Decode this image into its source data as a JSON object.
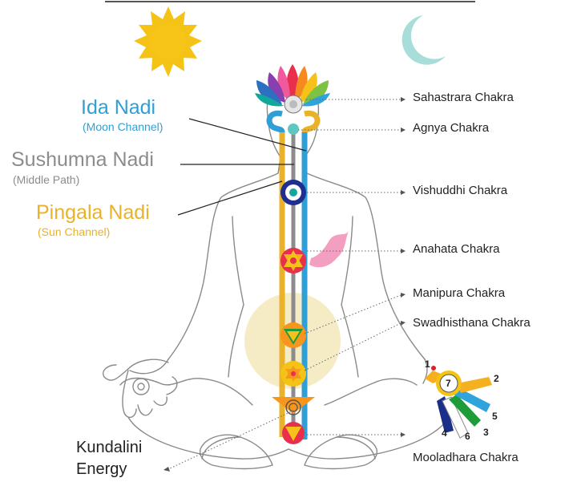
{
  "nadis": {
    "ida": {
      "name": "Ida Nadi",
      "sub": "(Moon Channel)"
    },
    "sushumna": {
      "name": "Sushumna Nadi",
      "sub": "(Middle Path)"
    },
    "pingala": {
      "name": "Pingala Nadi",
      "sub": "(Sun Channel)"
    }
  },
  "chakras": [
    "Sahastrara Chakra",
    "Agnya Chakra",
    "Vishuddhi Chakra",
    "Anahata Chakra",
    "Manipura Chakra",
    "Swadhisthana Chakra",
    "Mooladhara Chakra"
  ],
  "kundalini": {
    "line1": "Kundalini",
    "line2": "Energy"
  },
  "hand_numbers": [
    "1",
    "2",
    "3",
    "4",
    "5",
    "6",
    "7"
  ],
  "colors": {
    "ida": "#2f9fd6",
    "pingala": "#e9b22a",
    "sushumna": "#8c8c8c",
    "sun": "#f5c315",
    "moon": "#a8ddd9",
    "outline": "#8a8a8a",
    "aura": "#f5ecc6"
  }
}
